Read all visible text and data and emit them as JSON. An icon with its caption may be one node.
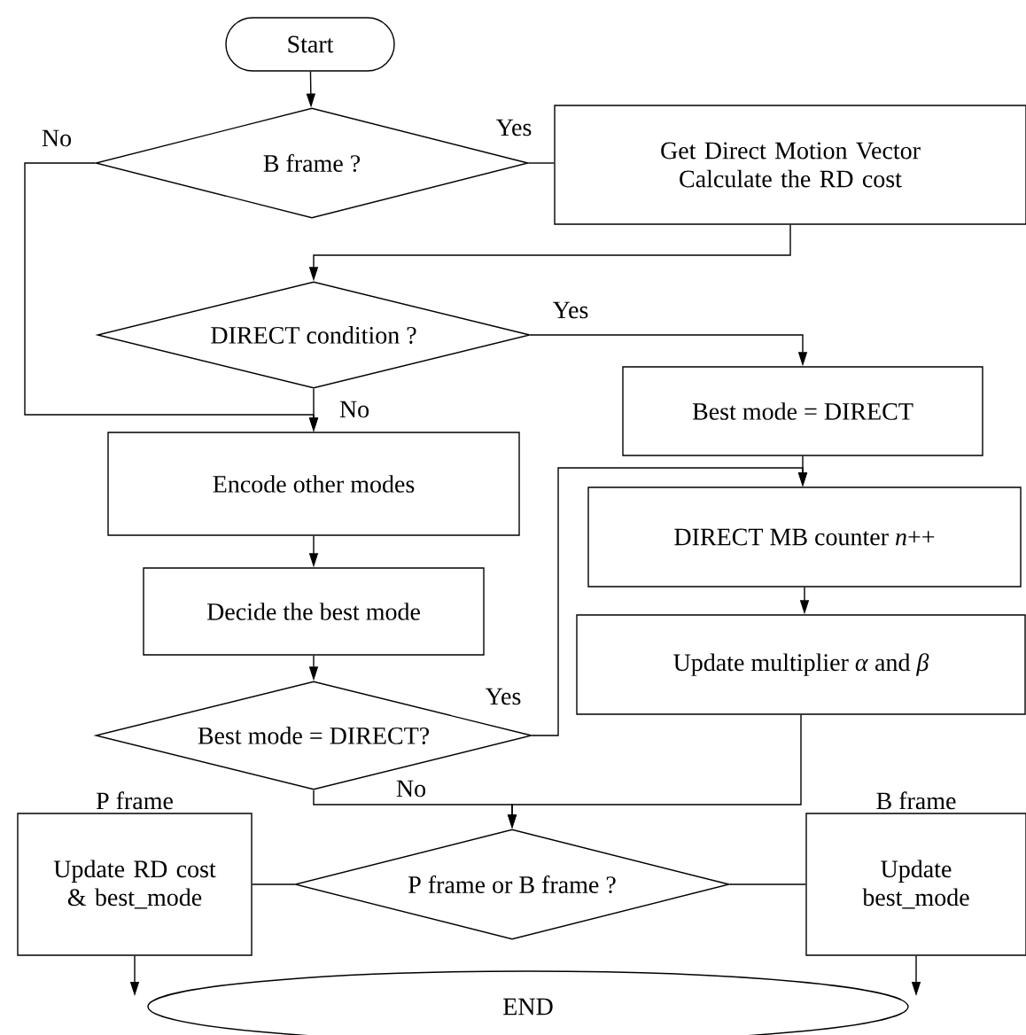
{
  "diagram": {
    "nodes": [
      {
        "text": [
          "Start"
        ]
      },
      {
        "text": [
          "B frame ?"
        ]
      },
      {
        "text": [
          "Get Direct Motion Vector Calculate the RD cost"
        ]
      },
      {
        "text": [
          "DIRECT condition ?"
        ]
      },
      {
        "text": [
          "Best mode = DIRECT"
        ]
      },
      {
        "text": [
          "Encode other modes"
        ]
      },
      {
        "text": [
          "DIRECT MB counter *n*++"
        ]
      },
      {
        "text": [
          "Decide the best mode"
        ]
      },
      {
        "text": [
          "Update multiplier *α* and *β*"
        ]
      },
      {
        "text": [
          "Best mode = DIRECT?"
        ]
      },
      {
        "text": [
          "P frame or B frame ?"
        ]
      },
      {
        "text": [
          "Update RD cost & best_mode"
        ],
        "beside": [
          "P  frame"
        ]
      },
      {
        "text": [
          "Update best_mode"
        ],
        "beside": [
          "B frame"
        ]
      },
      {
        "text": [
          "END"
        ]
      }
    ],
    "edges": [
      {
        "from": 0,
        "to": 1,
        "arrow": "to"
      },
      {
        "from": 1,
        "to": 2,
        "arrow": "none",
        "label": "Yes"
      },
      {
        "from": 1,
        "to": 5,
        "arrow": "to",
        "label": "No"
      },
      {
        "from": 2,
        "to": 3,
        "arrow": "to"
      },
      {
        "from": 3,
        "to": 4,
        "arrow": "to",
        "label": "Yes"
      },
      {
        "from": 3,
        "to": 5,
        "arrow": "to",
        "label": "No"
      },
      {
        "from": 4,
        "to": 6,
        "arrow": "to"
      },
      {
        "from": 5,
        "to": 7,
        "arrow": "to"
      },
      {
        "from": 7,
        "to": 9,
        "arrow": "to"
      },
      {
        "from": 6,
        "to": 8,
        "arrow": "to"
      },
      {
        "from": 9,
        "to": 6,
        "arrow": "to",
        "label": "Yes"
      },
      {
        "from": 9,
        "to": 10,
        "arrow": "to",
        "label": "No"
      },
      {
        "from": 8,
        "to": 10,
        "arrow": "to"
      },
      {
        "from": 10,
        "to": 11,
        "arrow": "none"
      },
      {
        "from": 10,
        "to": 12,
        "arrow": "none"
      },
      {
        "from": 11,
        "to": 13,
        "arrow": "to"
      },
      {
        "from": 12,
        "to": 13,
        "arrow": "to"
      }
    ]
  }
}
